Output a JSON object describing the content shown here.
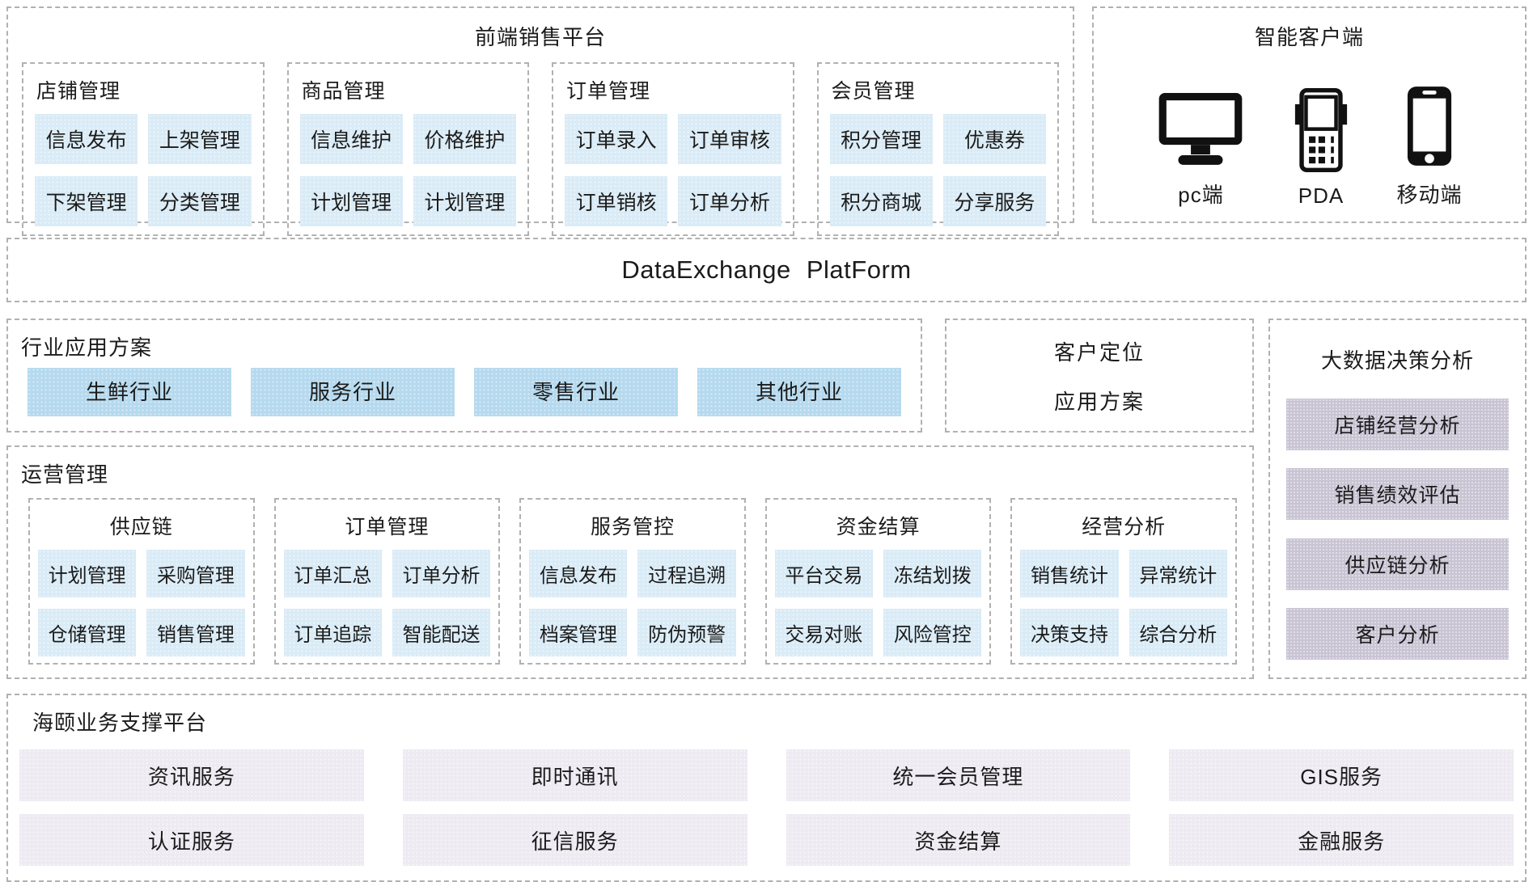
{
  "colors": {
    "item_blue": "#d9ebf6",
    "industry_blue": "#b5d9ee",
    "analysis_purple": "#c9c4d3",
    "support_lavender": "#edeaf2",
    "border_gray": "#b1b1b1",
    "icon_black": "#111111",
    "text": "#1b1b1b"
  },
  "front_platform": {
    "title": "前端销售平台",
    "groups": [
      {
        "title": "店铺管理",
        "items": [
          "信息发布",
          "上架管理",
          "下架管理",
          "分类管理"
        ]
      },
      {
        "title": "商品管理",
        "items": [
          "信息维护",
          "价格维护",
          "计划管理",
          "计划管理"
        ]
      },
      {
        "title": "订单管理",
        "items": [
          "订单录入",
          "订单审核",
          "订单销核",
          "订单分析"
        ]
      },
      {
        "title": "会员管理",
        "items": [
          "积分管理",
          "优惠券",
          "积分商城",
          "分享服务"
        ]
      }
    ]
  },
  "smart_client": {
    "title": "智能客户端",
    "devices": [
      {
        "label": "pc端",
        "icon": "pc-icon"
      },
      {
        "label": "PDA",
        "icon": "pda-icon"
      },
      {
        "label": "移动端",
        "icon": "mobile-icon"
      }
    ]
  },
  "data_exchange": {
    "title": "DataExchange PlatForm"
  },
  "industry_solutions": {
    "title": "行业应用方案",
    "items": [
      "生鲜行业",
      "服务行业",
      "零售行业",
      "其他行业"
    ]
  },
  "customer_positioning": {
    "line1": "客户定位",
    "line2": "应用方案"
  },
  "big_data": {
    "title": "大数据决策分析",
    "items": [
      "店铺经营分析",
      "销售绩效评估",
      "供应链分析",
      "客户分析"
    ]
  },
  "operations": {
    "title": "运营管理",
    "groups": [
      {
        "title": "供应链",
        "items": [
          "计划管理",
          "采购管理",
          "仓储管理",
          "销售管理"
        ]
      },
      {
        "title": "订单管理",
        "items": [
          "订单汇总",
          "订单分析",
          "订单追踪",
          "智能配送"
        ]
      },
      {
        "title": "服务管控",
        "items": [
          "信息发布",
          "过程追溯",
          "档案管理",
          "防伪预警"
        ]
      },
      {
        "title": "资金结算",
        "items": [
          "平台交易",
          "冻结划拨",
          "交易对账",
          "风险管控"
        ]
      },
      {
        "title": "经营分析",
        "items": [
          "销售统计",
          "异常统计",
          "决策支持",
          "综合分析"
        ]
      }
    ]
  },
  "support_platform": {
    "title": "海颐业务支撑平台",
    "items": [
      "资讯服务",
      "即时通讯",
      "统一会员管理",
      "GIS服务",
      "认证服务",
      "征信服务",
      "资金结算",
      "金融服务"
    ]
  }
}
